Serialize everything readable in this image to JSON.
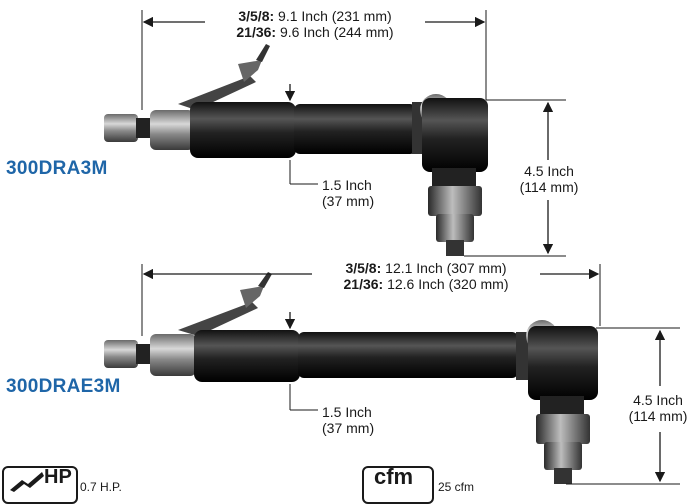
{
  "tools": [
    {
      "model": "300DRA3M",
      "length_a_label": "3/5/8:",
      "length_a_value": "9.1 Inch (231 mm)",
      "length_b_label": "21/36:",
      "length_b_value": "9.6 Inch (244 mm)",
      "grip_in": "1.5 Inch",
      "grip_mm": "(37 mm)",
      "height_in": "4.5 Inch",
      "height_mm": "(114 mm)"
    },
    {
      "model": "300DRAE3M",
      "length_a_label": "3/5/8:",
      "length_a_value": "12.1 Inch (307 mm)",
      "length_b_label": "21/36:",
      "length_b_value": "12.6 Inch (320 mm)",
      "grip_in": "1.5 Inch",
      "grip_mm": "(37 mm)",
      "height_in": "4.5 Inch",
      "height_mm": "(114 mm)"
    }
  ],
  "specs": {
    "hp_badge": "HP",
    "hp_value": "0.7 H.P.",
    "cfm_badge": "cfm",
    "cfm_value": "25 cfm"
  },
  "colors": {
    "model_blue": "#1f66a8"
  }
}
